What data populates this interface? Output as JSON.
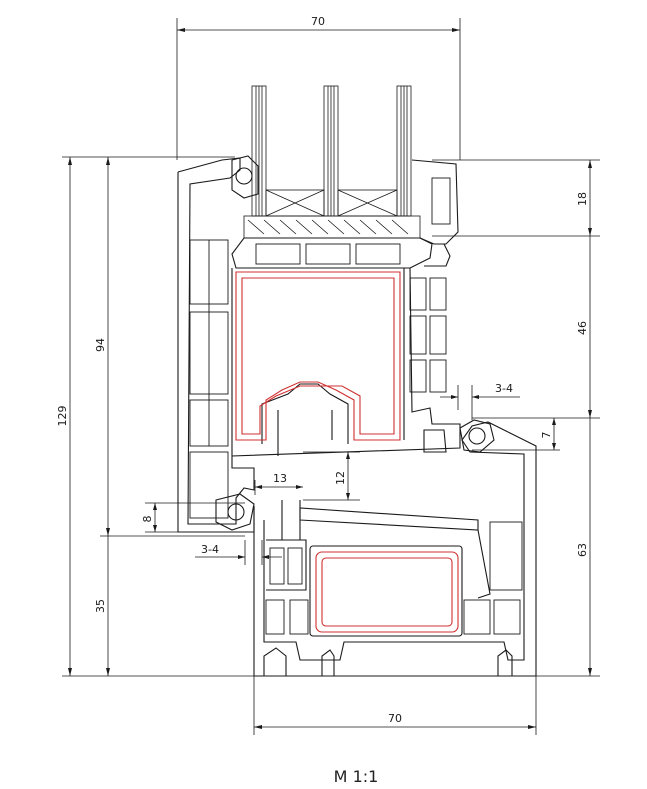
{
  "colors": {
    "line": "#1a1a1a",
    "reinforcement": "#d03030",
    "background": "#ffffff"
  },
  "dimensions": {
    "top_width": "70",
    "bottom_width": "70",
    "overall_height": "129",
    "sash_height": "94",
    "frame_bottom": "35",
    "glass_rebate": "18",
    "sash_section": "46",
    "frame_section": "63",
    "small_seven": "7",
    "gap_right": "3-4",
    "gap_left": "3-4",
    "rebate_width": "13",
    "rebate_depth": "12",
    "gasket_height": "8"
  },
  "scale_label": "M 1:1"
}
